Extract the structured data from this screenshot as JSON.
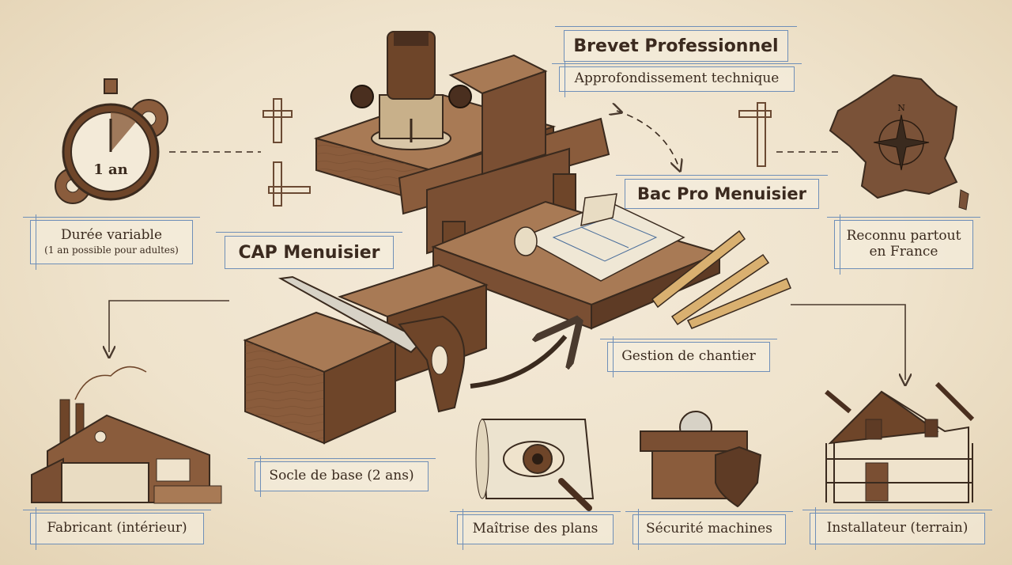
{
  "titles": {
    "brevet": "Brevet Professionnel",
    "bac_pro": "Bac Pro Menuisier",
    "cap": "CAP Menuisier"
  },
  "labels": {
    "approfondissement": "Approfondissement technique",
    "duree_main": "Durée variable",
    "duree_sub": "(1 an possible pour adultes)",
    "reconnu": "Reconnu partout en France",
    "gestion": "Gestion de chantier",
    "socle": "Socle de base (2 ans)",
    "fabricant": "Fabricant (intérieur)",
    "maitrise": "Maîtrise des plans",
    "securite": "Sécurité machines",
    "installateur": "Installateur (terrain)"
  },
  "icons": {
    "stopwatch_text": "1 an",
    "compass_letter": "N"
  },
  "colors": {
    "paper": "#efe3cc",
    "ink": "#3a2a1e",
    "wood": "#8a5c3c",
    "wood_dark": "#5e3b25",
    "blueprint_line": "#6f8fb8"
  }
}
